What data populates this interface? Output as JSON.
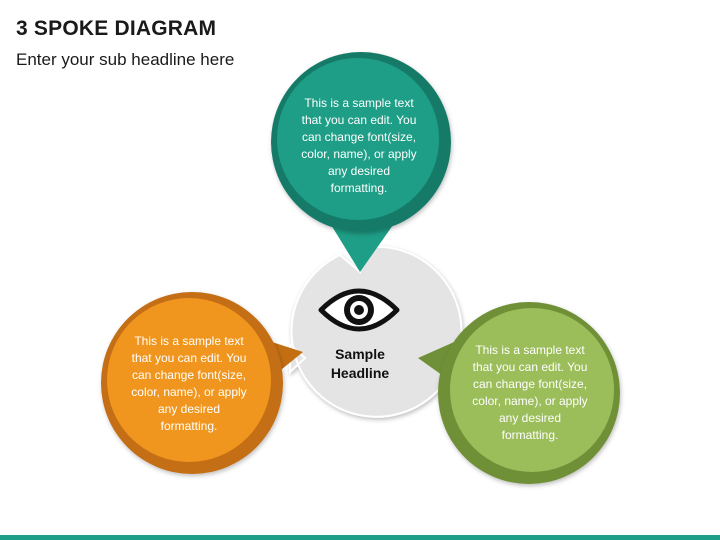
{
  "header": {
    "title": "3 SPOKE DIAGRAM",
    "subtitle": "Enter your sub headline here"
  },
  "center": {
    "icon": "eye-icon",
    "label_line1": "Sample",
    "label_line2": "Headline"
  },
  "spokes": [
    {
      "id": "top",
      "color": "#1e9e86",
      "shadow": "#177a68",
      "text": "This is a sample text that you can edit. You can change font(size, color, name), or apply any desired formatting."
    },
    {
      "id": "left",
      "color": "#f0961e",
      "shadow": "#c46e12",
      "text": "This is a sample text that you can edit. You can change font(size, color, name), or apply any desired formatting."
    },
    {
      "id": "right",
      "color": "#9bbd5a",
      "shadow": "#6f9038",
      "text": "This is a sample text that you can edit. You can change font(size, color, name), or apply any desired formatting."
    }
  ],
  "colors": {
    "hub": "#e4e4e4",
    "bottom_bar": "#1e9e86"
  }
}
